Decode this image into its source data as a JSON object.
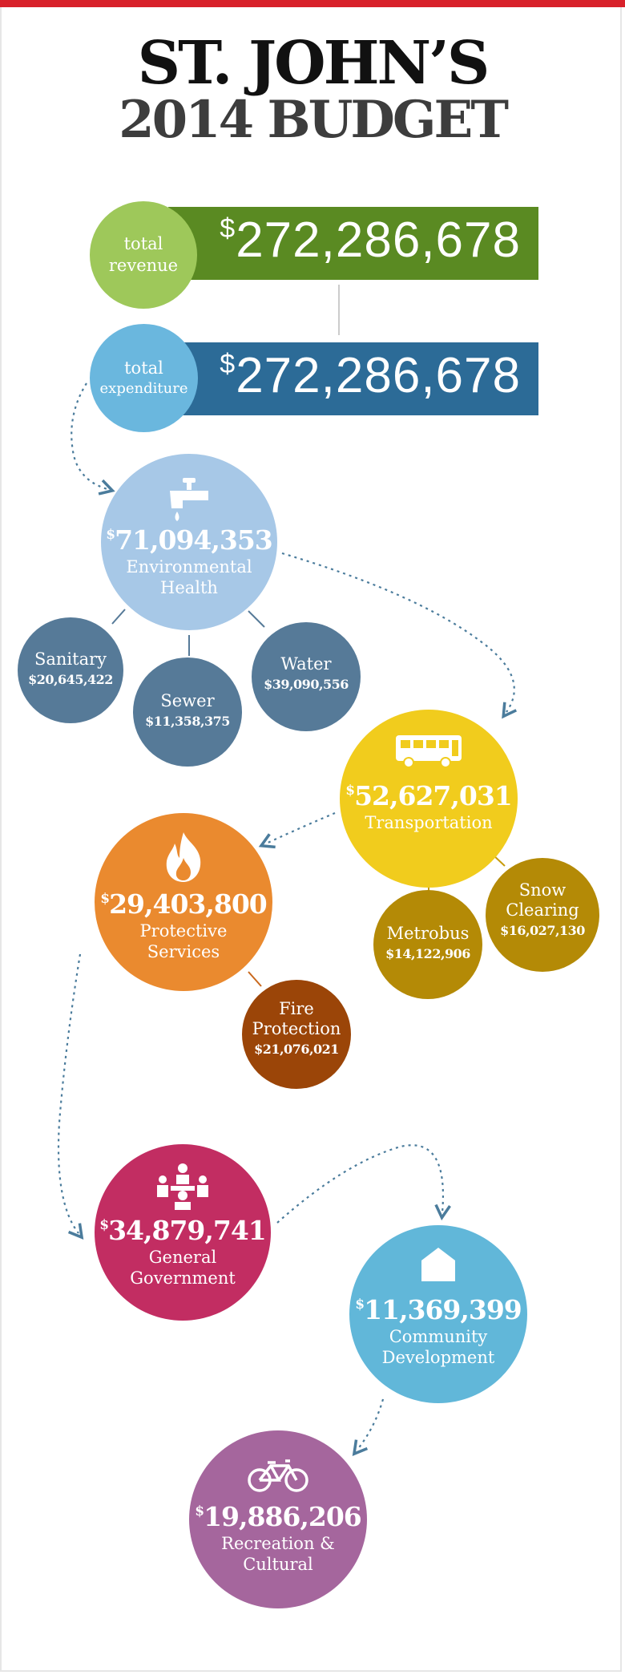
{
  "header": {
    "title_line1": "ST. JOHN’S",
    "title_line2": "2014 BUDGET"
  },
  "summary": {
    "revenue": {
      "label_line1": "total",
      "label_line2": "revenue",
      "amount": "272,286,678",
      "currency": "$"
    },
    "expenditure": {
      "label_line1": "total",
      "label_line2": "expenditure",
      "amount": "272,286,678",
      "currency": "$"
    }
  },
  "colors": {
    "revenue_circle": "#9ec85a",
    "revenue_bar": "#5a8a22",
    "expenditure_circle": "#6ab7de",
    "expenditure_bar": "#2c6b97",
    "environmental": "#a7c8e7",
    "environmental_sub": "#567a98",
    "transportation": "#f1cc1d",
    "transportation_sub": "#b48a06",
    "protective": "#ea8a2f",
    "protective_sub": "#9b4508",
    "government": "#c22d62",
    "community": "#61b7d9",
    "recreation": "#a5669d",
    "arrow": "#4b7c9c"
  },
  "categories": {
    "environmental": {
      "icon": "water-tap-icon",
      "currency": "$",
      "amount": "71,094,353",
      "name_line1": "Environmental",
      "name_line2": "Health",
      "subs": {
        "sanitary": {
          "name_line1": "Sanitary",
          "amount": "$20,645,422"
        },
        "sewer": {
          "name_line1": "Sewer",
          "amount": "$11,358,375"
        },
        "water": {
          "name_line1": "Water",
          "amount": "$39,090,556"
        }
      }
    },
    "transportation": {
      "icon": "bus-icon",
      "currency": "$",
      "amount": "52,627,031",
      "name_line1": "Transportation",
      "subs": {
        "metrobus": {
          "name_line1": "Metrobus",
          "amount": "$14,122,906"
        },
        "snow": {
          "name_line1": "Snow",
          "name_line2": "Clearing",
          "amount": "$16,027,130"
        }
      }
    },
    "protective": {
      "icon": "flame-icon",
      "currency": "$",
      "amount": "29,403,800",
      "name_line1": "Protective",
      "name_line2": "Services",
      "subs": {
        "fire": {
          "name_line1": "Fire",
          "name_line2": "Protection",
          "amount": "$21,076,021"
        }
      }
    },
    "government": {
      "icon": "meeting-icon",
      "currency": "$",
      "amount": "34,879,741",
      "name_line1": "General",
      "name_line2": "Government"
    },
    "community": {
      "icon": "house-icon",
      "currency": "$",
      "amount": "11,369,399",
      "name_line1": "Community",
      "name_line2": "Development"
    },
    "recreation": {
      "icon": "bicycle-icon",
      "currency": "$",
      "amount": "19,886,206",
      "name_line1": "Recreation &",
      "name_line2": "Cultural"
    }
  }
}
